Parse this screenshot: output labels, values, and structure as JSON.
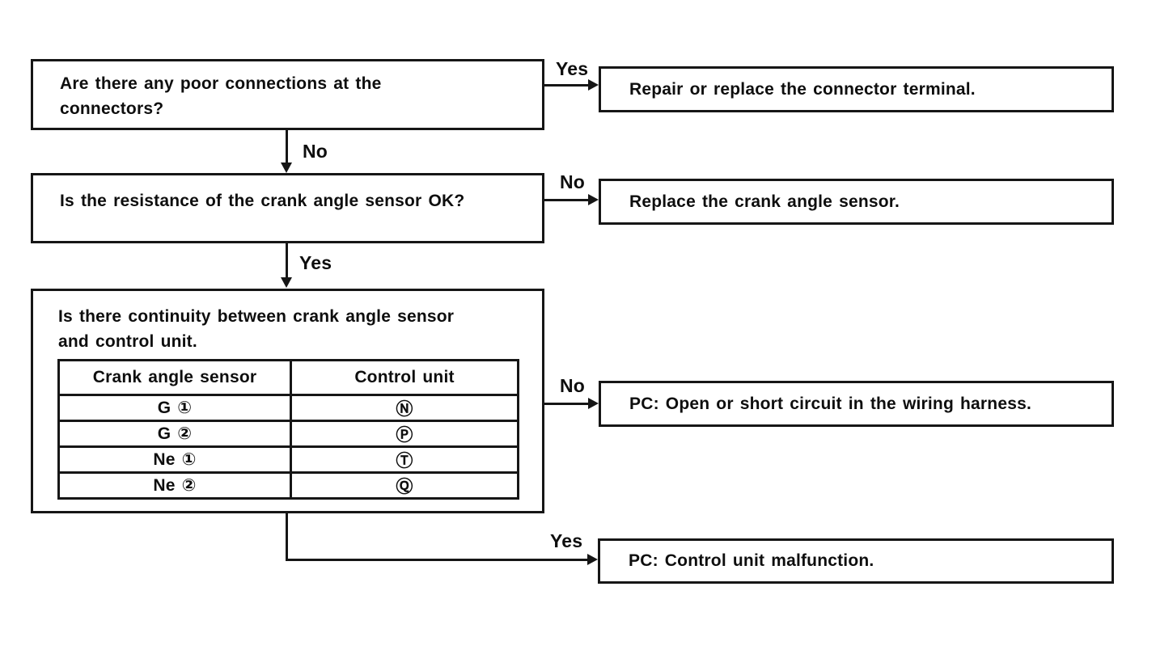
{
  "flowchart": {
    "q1": "Are there any poor connections at the\nconnectors?",
    "r1": "Repair or replace the connector terminal.",
    "q2": "Is the resistance of the crank angle sensor OK?",
    "r2": "Replace the crank angle sensor.",
    "q3": "Is there continuity between crank angle sensor\nand control unit.",
    "r3": "PC: Open or short circuit in the wiring harness.",
    "r4": "PC: Control unit malfunction.",
    "labels": {
      "yes1": "Yes",
      "no1": "No",
      "no2": "No",
      "yes2": "Yes",
      "no3": "No",
      "yes3": "Yes"
    },
    "table": {
      "headers": [
        "Crank angle sensor",
        "Control unit"
      ],
      "rows": [
        [
          "G ①",
          "Ⓝ"
        ],
        [
          "G ②",
          "Ⓟ"
        ],
        [
          "Ne ①",
          "Ⓣ"
        ],
        [
          "Ne ②",
          "Ⓠ"
        ]
      ]
    },
    "colors": {
      "line": "#161616",
      "background": "#ffffff",
      "text": "#0e0e0e"
    }
  }
}
